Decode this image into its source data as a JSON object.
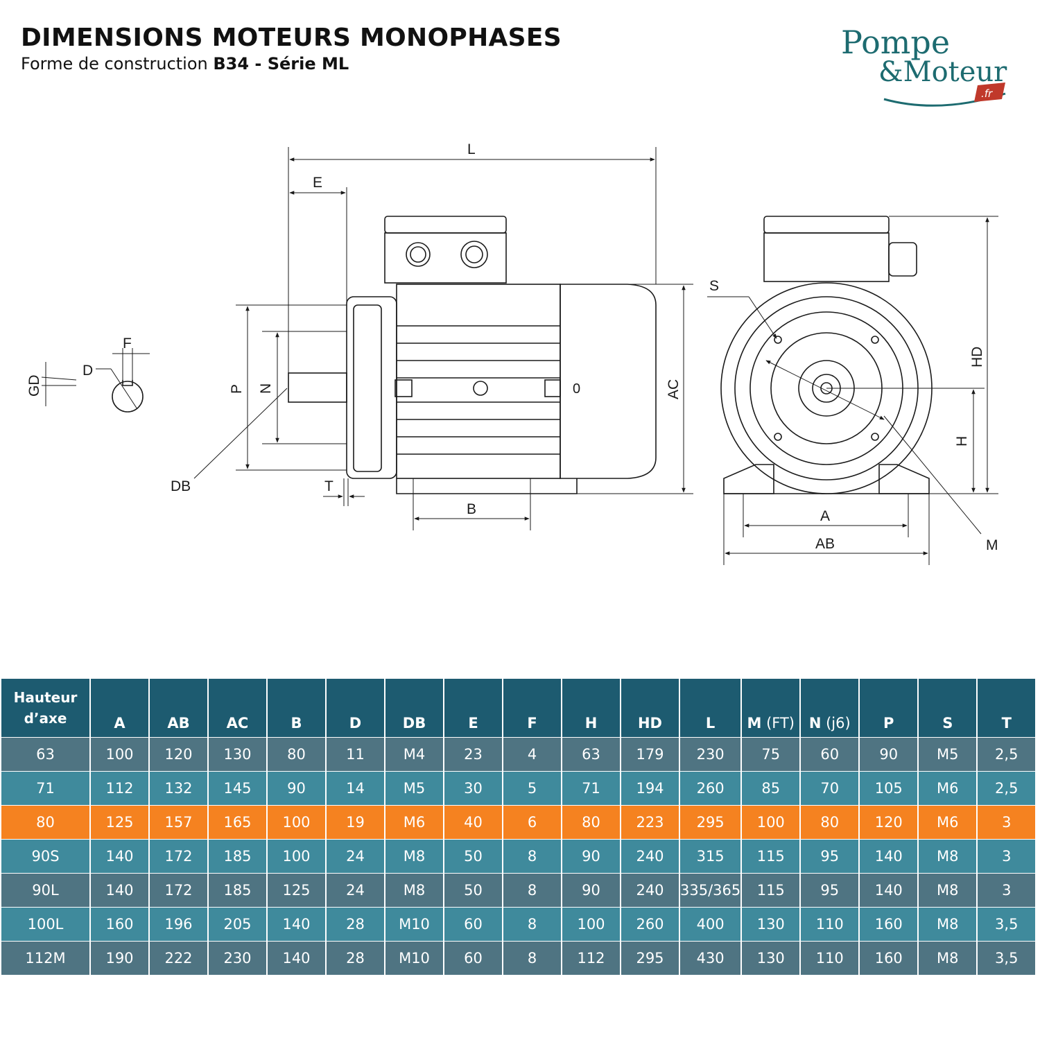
{
  "header": {
    "title": "DIMENSIONS MOTEURS MONOPHASES",
    "subtitle_prefix": "Forme de construction ",
    "subtitle_bold": "B34 - Série ML"
  },
  "logo": {
    "line1": "Pompe",
    "line2": "&Moteur",
    "tld": ".fr",
    "color_primary": "#1d6b70",
    "color_accent": "#c0392b"
  },
  "diagram": {
    "labels": {
      "L": "L",
      "E": "E",
      "F": "F",
      "D": "D",
      "GD": "GD",
      "P": "P",
      "N": "N",
      "DB": "DB",
      "T": "T",
      "B": "B",
      "AC": "AC",
      "S": "S",
      "HD": "HD",
      "H": "H",
      "A": "A",
      "AB": "AB",
      "M": "M",
      "O": "0"
    }
  },
  "table": {
    "first_header_line1": "Hauteur",
    "first_header_line2": "d’axe",
    "columns": [
      {
        "label": "A",
        "sub": ""
      },
      {
        "label": "AB",
        "sub": ""
      },
      {
        "label": "AC",
        "sub": ""
      },
      {
        "label": "B",
        "sub": ""
      },
      {
        "label": "D",
        "sub": ""
      },
      {
        "label": "DB",
        "sub": ""
      },
      {
        "label": "E",
        "sub": ""
      },
      {
        "label": "F",
        "sub": ""
      },
      {
        "label": "H",
        "sub": ""
      },
      {
        "label": "HD",
        "sub": ""
      },
      {
        "label": "L",
        "sub": ""
      },
      {
        "label": "M",
        "sub": " (FT)"
      },
      {
        "label": "N",
        "sub": " (j6)"
      },
      {
        "label": "P",
        "sub": ""
      },
      {
        "label": "S",
        "sub": ""
      },
      {
        "label": "T",
        "sub": ""
      }
    ],
    "highlight_row": 2,
    "rows": [
      [
        "63",
        "100",
        "120",
        "130",
        "80",
        "11",
        "M4",
        "23",
        "4",
        "63",
        "179",
        "230",
        "75",
        "60",
        "90",
        "M5",
        "2,5"
      ],
      [
        "71",
        "112",
        "132",
        "145",
        "90",
        "14",
        "M5",
        "30",
        "5",
        "71",
        "194",
        "260",
        "85",
        "70",
        "105",
        "M6",
        "2,5"
      ],
      [
        "80",
        "125",
        "157",
        "165",
        "100",
        "19",
        "M6",
        "40",
        "6",
        "80",
        "223",
        "295",
        "100",
        "80",
        "120",
        "M6",
        "3"
      ],
      [
        "90S",
        "140",
        "172",
        "185",
        "100",
        "24",
        "M8",
        "50",
        "8",
        "90",
        "240",
        "315",
        "115",
        "95",
        "140",
        "M8",
        "3"
      ],
      [
        "90L",
        "140",
        "172",
        "185",
        "125",
        "24",
        "M8",
        "50",
        "8",
        "90",
        "240",
        "335/365",
        "115",
        "95",
        "140",
        "M8",
        "3"
      ],
      [
        "100L",
        "160",
        "196",
        "205",
        "140",
        "28",
        "M10",
        "60",
        "8",
        "100",
        "260",
        "400",
        "130",
        "110",
        "160",
        "M8",
        "3,5"
      ],
      [
        "112M",
        "190",
        "222",
        "230",
        "140",
        "28",
        "M10",
        "60",
        "8",
        "112",
        "295",
        "430",
        "130",
        "110",
        "160",
        "M8",
        "3,5"
      ]
    ]
  }
}
